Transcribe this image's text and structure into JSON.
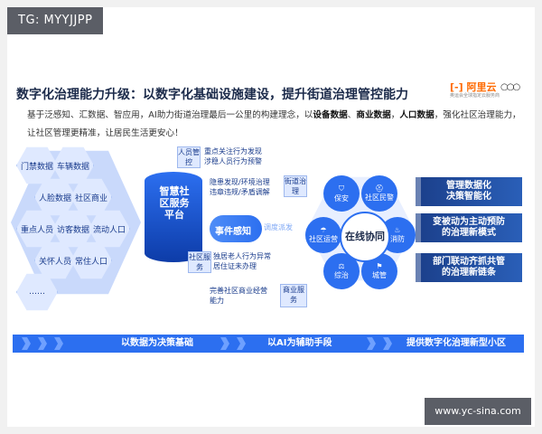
{
  "watermark_top": "TG: MYYJJPP",
  "title": "数字化治理能力升级：以数字化基础设施建设，提升街道治理管控能力",
  "logo": {
    "brand": "阿里云",
    "tagline": "奥运会全球指定云服务商"
  },
  "desc": {
    "p1": "基于泛感知、汇数据、智应用，AI助力街道治理最后一公里的构建理念，以",
    "b1": "设备数据",
    "sep1": "、",
    "b2": "商业数据",
    "sep2": "，",
    "b3": "人口数据",
    "p2": "，强化社区治理能力，让社区管理更精准，让居民生活更安心！"
  },
  "data_hexes": [
    "门禁数据",
    "车辆数据",
    "人脸数据",
    "社区商业",
    "重点人员",
    "访客数据",
    "流动人口",
    "关怀人员",
    "常住人口",
    "……"
  ],
  "platform": "智慧社区服务平台",
  "flows": {
    "people": "人员管控",
    "people_note": "重点关注行为发现\n涉稳人员行为预警",
    "road": "隐患发现/环境治理\n违章违规/矛盾调解",
    "road_tag": "街道治理",
    "event": "事件感知",
    "dispatch": "调度派发",
    "service": "社区服务",
    "service_note": "独居老人行为异常\n居住证未办理",
    "biz_note": "完善社区商业经营能力",
    "biz_tag": "商业服务"
  },
  "ring": {
    "center": "在线协同",
    "items": [
      "保安",
      "社区民警",
      "消防",
      "城管",
      "综治",
      "社区运营"
    ]
  },
  "results": [
    {
      "text": "管理数据化\n决策智能化",
      "color": "#1c4a8c"
    },
    {
      "text": "变被动为主动预防\n的治理新模式",
      "color": "#1c4a8c"
    },
    {
      "text": "部门联动齐抓共管\n的治理新链条",
      "color": "#1c4a8c"
    }
  ],
  "bottom": [
    "以数据为决策基础",
    "以AI为辅助手段",
    "提供数字化治理新型小区"
  ],
  "watermark_bottom": "www.yc-sina.com"
}
